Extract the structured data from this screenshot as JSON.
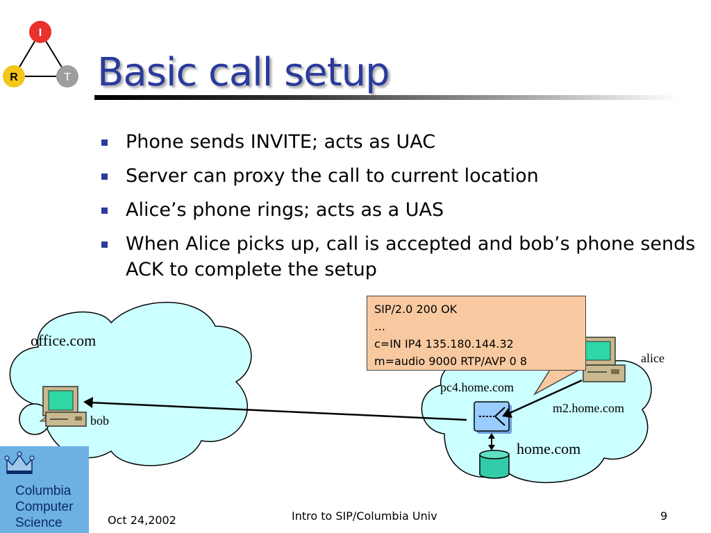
{
  "logo": {
    "nodes": [
      "I",
      "R",
      "T"
    ],
    "colors": {
      "I": "#e8322b",
      "R": "#f5c518",
      "T": "#9e9e9e"
    }
  },
  "slide": {
    "title": "Basic call setup",
    "bullets": [
      "Phone sends INVITE; acts as UAC",
      "Server can proxy the call to current location",
      "Alice’s phone rings; acts as a UAS",
      "When Alice picks up, call is accepted and bob’s phone sends ACK to complete the setup"
    ]
  },
  "diagram": {
    "office_domain": "office.com",
    "bob_label": "bob",
    "home_domain": "home.com",
    "pc4_label": "pc4.home.com",
    "m2_label": "m2.home.com",
    "alice_label": "alice",
    "callout_lines": [
      "SIP/2.0 200 OK",
      "…",
      "c=IN IP4 135.180.144.32",
      "m=audio 9000 RTP/AVP 0 8"
    ],
    "colors": {
      "cloud": "#ccffff",
      "server": "#99ccff",
      "database": "#33ccaa",
      "callout": "#f8c9a0"
    }
  },
  "footer": {
    "date": "Oct 24,2002",
    "center": "Intro to SIP/Columbia Univ",
    "page": "9",
    "org_lines": [
      "Columbia",
      "Computer",
      "Science"
    ]
  }
}
